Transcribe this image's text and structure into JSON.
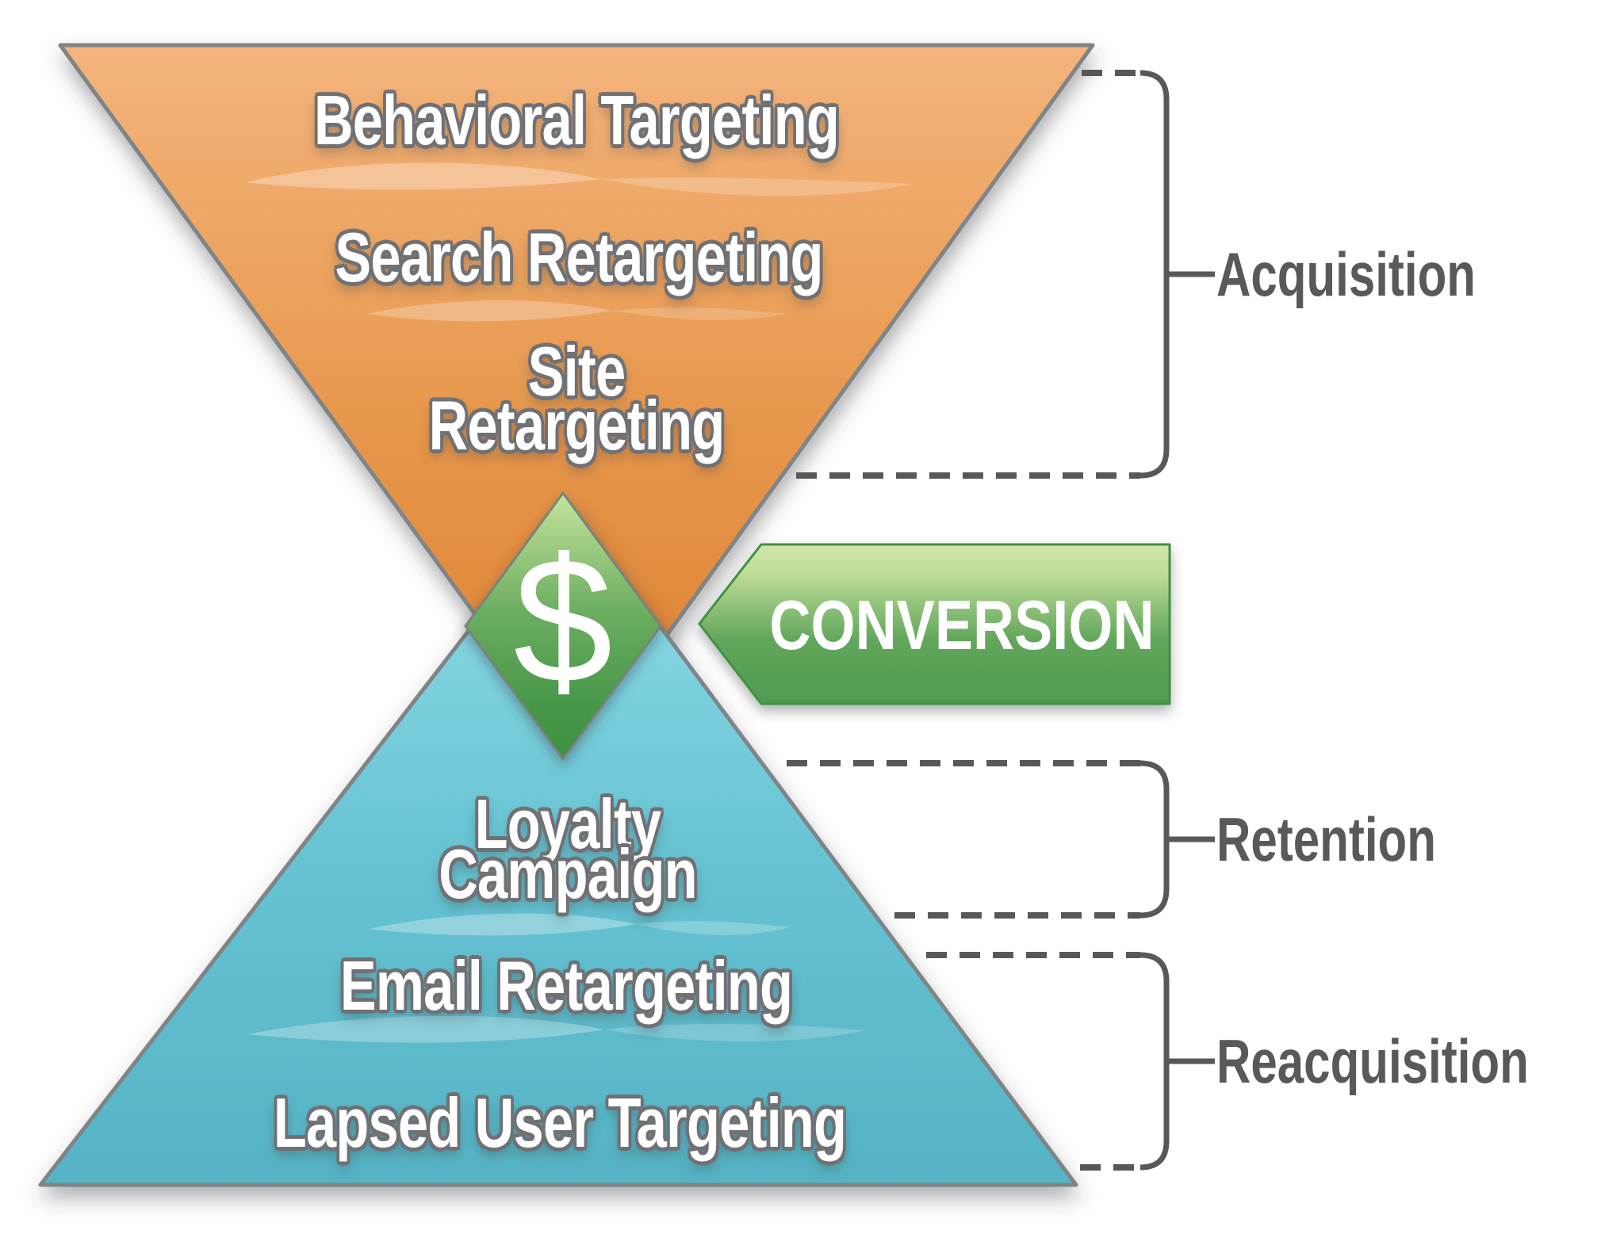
{
  "top_funnel": {
    "row1": "Behavioral Targeting",
    "row2": "Search Retargeting",
    "row3_line1": "Site",
    "row3_line2": "Retargeting"
  },
  "bottom_funnel": {
    "row1_line1": "Loyalty",
    "row1_line2": "Campaign",
    "row2": "Email Retargeting",
    "row3": "Lapsed User Targeting"
  },
  "conversion": {
    "label": "CONVERSION",
    "currency_symbol": "$"
  },
  "stages": {
    "acquisition": "Acquisition",
    "retention": "Retention",
    "reacquisition": "Reacquisition"
  },
  "colors": {
    "orange_top": "#F3B077",
    "orange_bottom": "#DC7F2F",
    "teal_top": "#8FDCE7",
    "teal_bottom": "#55B3C5",
    "diamond_green_top": "#C6E49C",
    "diamond_green_bottom": "#3F9143",
    "arrow_green_top": "#D3E6AC",
    "arrow_green_bottom": "#4E9C50",
    "arrow_border": "#3F9142",
    "shape_border_gray": "#7F8487",
    "bracket_gray": "#57585A",
    "stage_label_gray": "#58595B",
    "text_white": "#FFFFFF"
  }
}
